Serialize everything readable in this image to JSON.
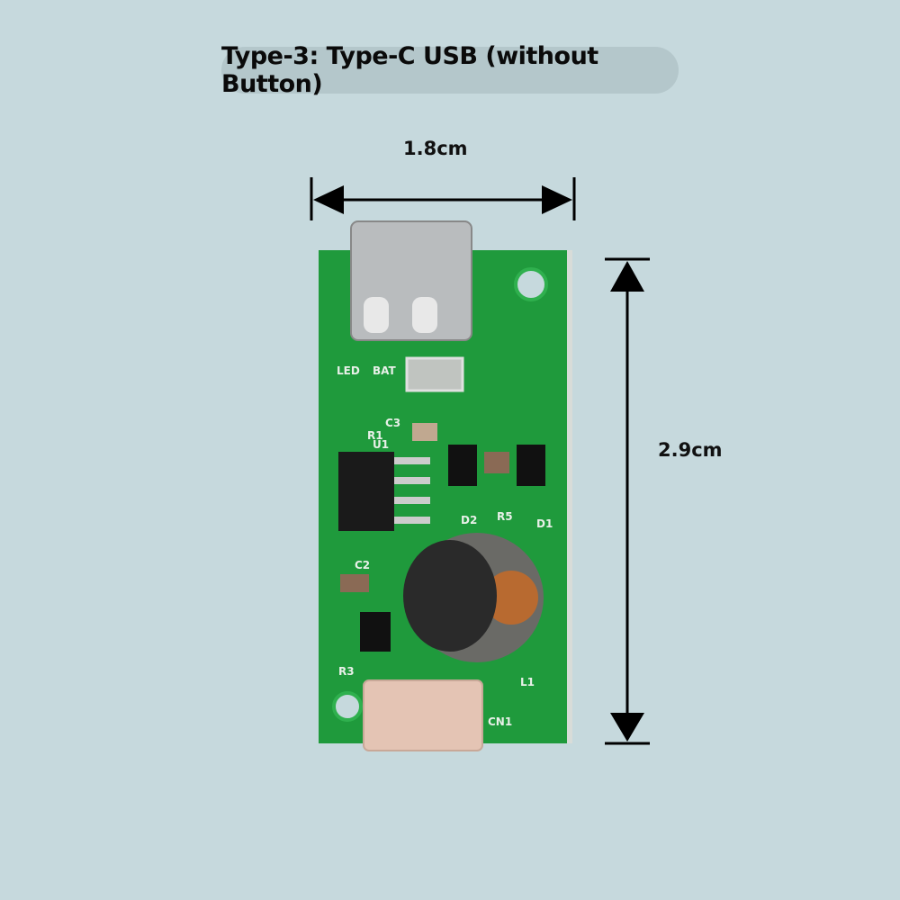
{
  "title": "Type-3: Type-C USB (without Button)",
  "width_label": "1.8cm",
  "height_label": "2.9cm",
  "board_labels": {
    "led": "LED",
    "bat": "BAT",
    "c3": "C3",
    "r1": "R1",
    "u1": "U1",
    "d2": "D2",
    "d1": "D1",
    "r5": "R5",
    "c2": "C2",
    "r3": "R3",
    "l1": "L1",
    "cn1": "CN1"
  },
  "colors": {
    "background": "#c6d9dd",
    "pcb": "#1f9a3c"
  }
}
